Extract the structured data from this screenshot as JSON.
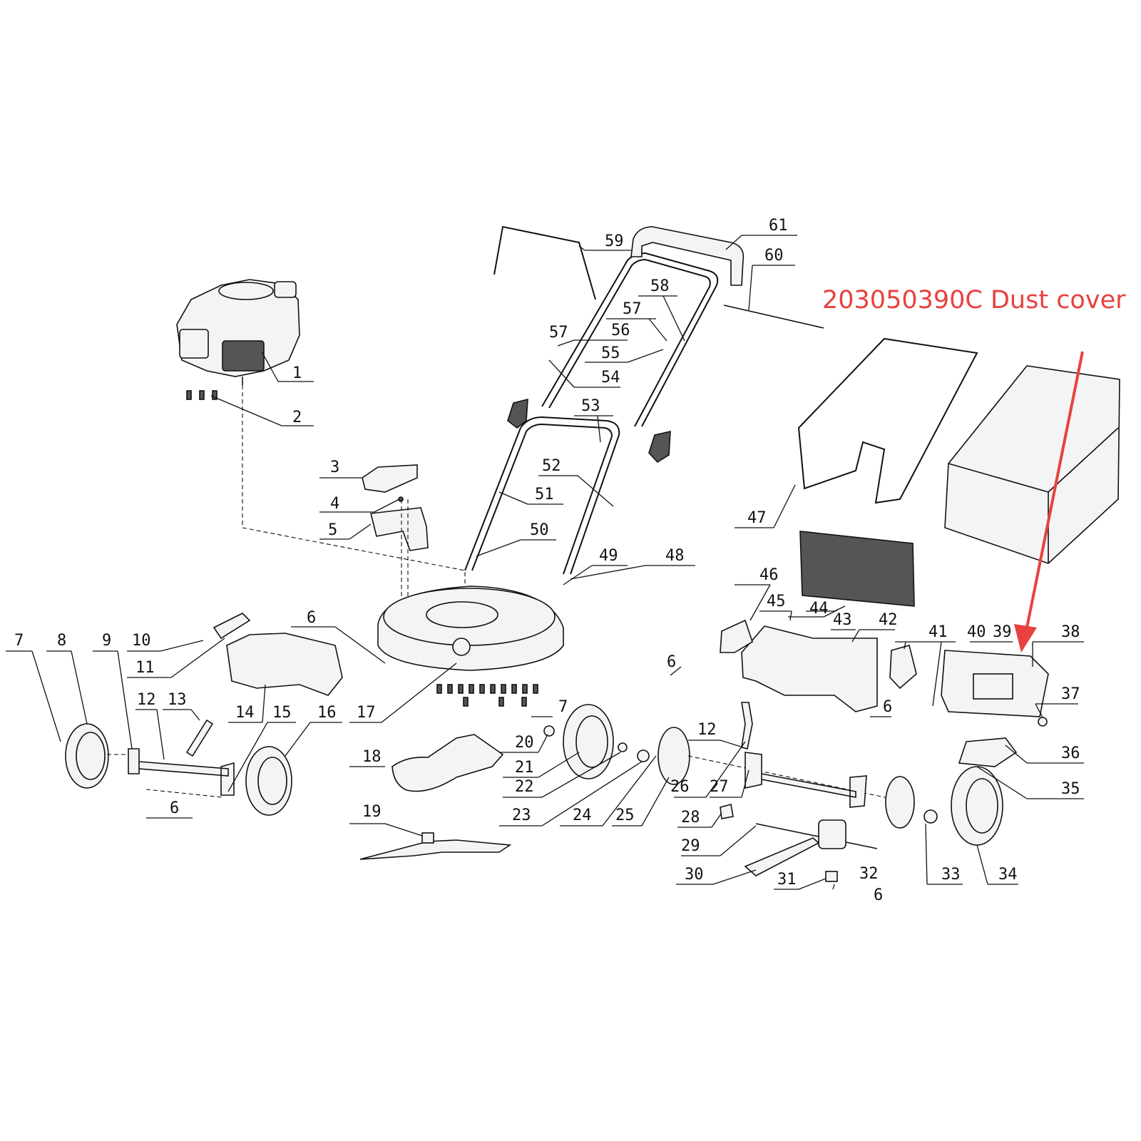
{
  "annotation": {
    "text": "203050390C Dust cover",
    "color": "#e8413f"
  },
  "callouts": [
    "1",
    "2",
    "3",
    "4",
    "5",
    "6",
    "7",
    "8",
    "9",
    "10",
    "11",
    "12",
    "13",
    "14",
    "15",
    "16",
    "17",
    "18",
    "19",
    "20",
    "21",
    "22",
    "23",
    "24",
    "25",
    "26",
    "27",
    "28",
    "29",
    "30",
    "31",
    "32",
    "33",
    "34",
    "35",
    "36",
    "37",
    "38",
    "39",
    "40",
    "41",
    "42",
    "43",
    "44",
    "45",
    "46",
    "47",
    "48",
    "49",
    "50",
    "51",
    "52",
    "53",
    "54",
    "55",
    "56",
    "57",
    "58",
    "59",
    "60",
    "61"
  ]
}
